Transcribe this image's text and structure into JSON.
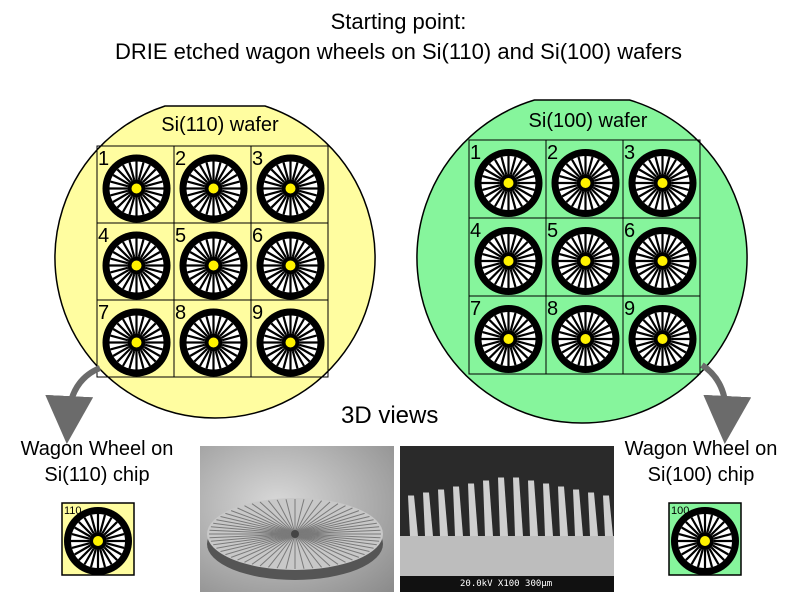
{
  "title": {
    "line1": "Starting point:",
    "line2": "DRIE etched wagon wheels on Si(110) and Si(100) wafers"
  },
  "wafers": [
    {
      "id": "si110",
      "label": "Si(110) wafer",
      "color": "#fffda0",
      "cells": [
        "1",
        "2",
        "3",
        "4",
        "5",
        "6",
        "7",
        "8",
        "9"
      ]
    },
    {
      "id": "si100",
      "label": "Si(100) wafer",
      "color": "#86f59c",
      "cells": [
        "1",
        "2",
        "3",
        "4",
        "5",
        "6",
        "7",
        "8",
        "9"
      ]
    }
  ],
  "views_label": "3D views",
  "chips": [
    {
      "id": "chip110",
      "line1": "Wagon Wheel on",
      "line2": "Si(110) chip",
      "tag": "110",
      "color": "#fffda0"
    },
    {
      "id": "chip100",
      "line1": "Wagon Wheel on",
      "line2": "Si(100) chip",
      "tag": "100",
      "color": "#86f59c"
    }
  ],
  "sem_caption": "20.0kV X100 300µm",
  "colors": {
    "outline": "#000000",
    "arrow": "#6b6b6b"
  }
}
